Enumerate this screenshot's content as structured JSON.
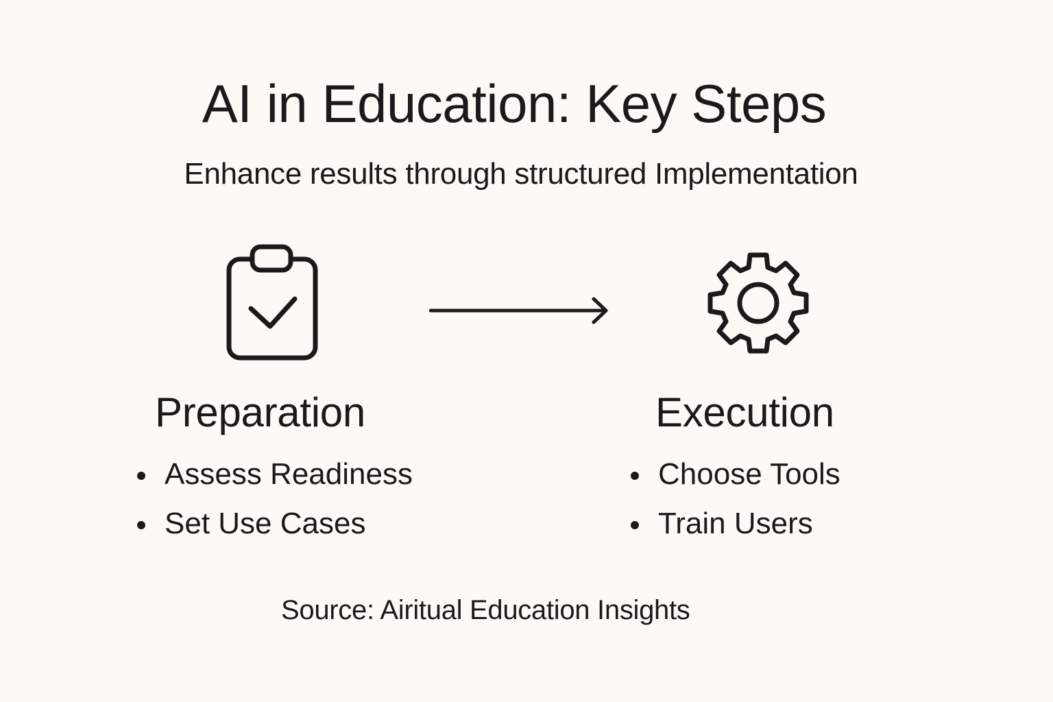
{
  "title": "AI in Education: Key Steps",
  "subtitle": "Enhance results through structured Implementation",
  "steps": [
    {
      "icon": "clipboard-check-icon",
      "title": "Preparation",
      "bullets": [
        "Assess Readiness",
        "Set Use Cases"
      ]
    },
    {
      "icon": "gear-icon",
      "title": "Execution",
      "bullets": [
        "Choose Tools",
        "Train Users"
      ]
    }
  ],
  "connector": "arrow-right-icon",
  "source": "Source: Airitual Education Insights",
  "colors": {
    "background": "#fdfaf6",
    "ink": "#1a1a1a"
  }
}
